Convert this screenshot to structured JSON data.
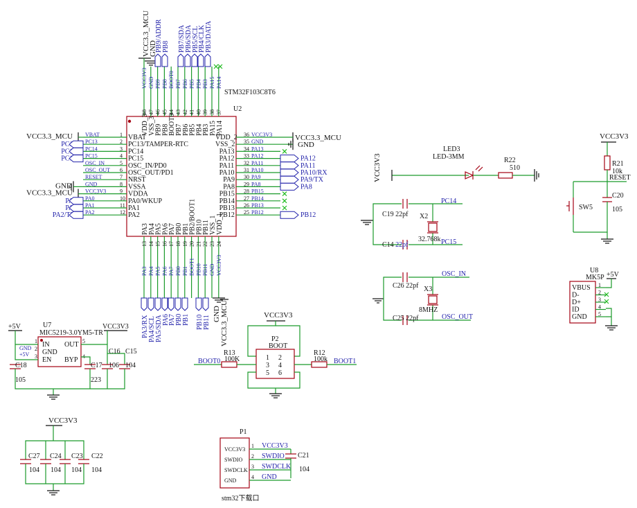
{
  "mcu": {
    "ref": "U2",
    "part": "STM32F103C8T6",
    "left_pins": [
      {
        "num": "1",
        "name": "VBAT",
        "net": "VBAT",
        "label": "VCC3.3_MCU"
      },
      {
        "num": "2",
        "name": "PC13/TAMPER-RTC",
        "net": "PC13",
        "label": "PC13"
      },
      {
        "num": "3",
        "name": "PC14",
        "net": "PC14",
        "label": "PC14"
      },
      {
        "num": "4",
        "name": "PC15",
        "net": "PC15",
        "label": "PC15"
      },
      {
        "num": "5",
        "name": "OSC_IN/PD0",
        "net": "OSC_IN",
        "label": ""
      },
      {
        "num": "6",
        "name": "OSC_OUT/PD1",
        "net": "OSC_OUT",
        "label": ""
      },
      {
        "num": "7",
        "name": "NRST",
        "net": "RESET",
        "label": ""
      },
      {
        "num": "8",
        "name": "VSSA",
        "net": "GND",
        "label": "GND"
      },
      {
        "num": "9",
        "name": "VDDA",
        "net": "VCC3V3",
        "label": "VCC3.3_MCU"
      },
      {
        "num": "10",
        "name": "PA0/WKUP",
        "net": "PA0",
        "label": "PA0"
      },
      {
        "num": "11",
        "name": "PA1",
        "net": "PA1",
        "label": "PA1"
      },
      {
        "num": "12",
        "name": "PA2",
        "net": "PA2",
        "label": "PA2/TX"
      }
    ],
    "right_pins": [
      {
        "num": "36",
        "name": "VDD_2",
        "net": "VCC3V3",
        "label": "VCC3.3_MCU"
      },
      {
        "num": "35",
        "name": "VSS_2",
        "net": "GND",
        "label": "GND"
      },
      {
        "num": "34",
        "name": "PA13",
        "net": "PA13",
        "label": "x"
      },
      {
        "num": "33",
        "name": "PA12",
        "net": "PA12",
        "label": "PA12"
      },
      {
        "num": "32",
        "name": "PA11",
        "net": "PA11",
        "label": "PA11"
      },
      {
        "num": "31",
        "name": "PA10",
        "net": "PA10",
        "label": "PA10/RX"
      },
      {
        "num": "30",
        "name": "PA9",
        "net": "PA9",
        "label": "PA9/TX"
      },
      {
        "num": "29",
        "name": "PA8",
        "net": "PA8",
        "label": "PA8"
      },
      {
        "num": "28",
        "name": "PB15",
        "net": "PB15",
        "label": "x"
      },
      {
        "num": "27",
        "name": "PB14",
        "net": "PB14",
        "label": "x"
      },
      {
        "num": "26",
        "name": "PB13",
        "net": "PB13",
        "label": "x"
      },
      {
        "num": "25",
        "name": "PB12",
        "net": "PB12",
        "label": "PB12"
      }
    ],
    "top_pins": [
      {
        "num": "48",
        "name": "VDD_3",
        "net": "VCC3V3"
      },
      {
        "num": "47",
        "name": "VSS_3",
        "net": "GND"
      },
      {
        "num": "46",
        "name": "PB9",
        "net": "PB9"
      },
      {
        "num": "45",
        "name": "PB8",
        "net": "PB8"
      },
      {
        "num": "44",
        "name": "BOOT0",
        "net": "BOOT0"
      },
      {
        "num": "43",
        "name": "PB7",
        "net": "PB7"
      },
      {
        "num": "42",
        "name": "PB6",
        "net": "PB6"
      },
      {
        "num": "41",
        "name": "PB5",
        "net": "PB5"
      },
      {
        "num": "40",
        "name": "PB4",
        "net": "PB4"
      },
      {
        "num": "39",
        "name": "PB3",
        "net": "PB3"
      },
      {
        "num": "38",
        "name": "PA15",
        "net": "PA15"
      },
      {
        "num": "37",
        "name": "PA14",
        "net": "PA14"
      }
    ],
    "top_labels": [
      "VCC3.3_MCU",
      "GND",
      "PB9/ADDR",
      "PB8",
      "PB7/SDA",
      "PB6/SDA",
      "PB5/SCL",
      "PB4/CLK",
      "PB3/DATA"
    ],
    "bottom_pins": [
      {
        "num": "13",
        "name": "PA3",
        "net": "PA3"
      },
      {
        "num": "14",
        "name": "PA4",
        "net": "PA4"
      },
      {
        "num": "15",
        "name": "PA5",
        "net": "PA5"
      },
      {
        "num": "16",
        "name": "PA6",
        "net": "PA6"
      },
      {
        "num": "17",
        "name": "PA7",
        "net": "PA7"
      },
      {
        "num": "18",
        "name": "PB0",
        "net": "PB0"
      },
      {
        "num": "19",
        "name": "PB1",
        "net": "PB1"
      },
      {
        "num": "20",
        "name": "PB2/BOOT1",
        "net": "BOOT1"
      },
      {
        "num": "21",
        "name": "PB10",
        "net": "PB10"
      },
      {
        "num": "22",
        "name": "PB11",
        "net": "PB11"
      },
      {
        "num": "23",
        "name": "VSS_1",
        "net": "GND"
      },
      {
        "num": "24",
        "name": "VDD_1",
        "net": "VCC3V3"
      }
    ],
    "bottom_labels": [
      "PA3/RX",
      "PA4/SCL",
      "PA5/SDA",
      "PA6",
      "PA7",
      "PB0",
      "PB1",
      "PB10",
      "PB11",
      "GND",
      "VCC3.3_MCU"
    ]
  },
  "led": {
    "ref": "LED3",
    "value": "LED-3MM",
    "res_ref": "R22",
    "res_value": "510",
    "supply": "VCC3V3"
  },
  "xtal32": {
    "cap1": "C19",
    "cap1_val": "22pf",
    "cap2": "C14",
    "cap2_val": "22pf",
    "ref": "X2",
    "value": "32.768k",
    "net1": "PC14",
    "net2": "PC15"
  },
  "xtal8": {
    "cap1": "C26",
    "cap1_val": "22pf",
    "cap2": "C25",
    "cap2_val": "22pf",
    "ref": "X3",
    "value": "8MHZ",
    "net1": "OSC_IN",
    "net2": "OSC_OUT"
  },
  "reset": {
    "supply": "VCC3V3",
    "res_ref": "R21",
    "res_val": "10k",
    "net": "RESET",
    "sw": "SW5",
    "cap": "C20",
    "cap_val": "105"
  },
  "usb": {
    "ref": "U8",
    "part": "MK5P",
    "supply": "+5V",
    "pins": [
      {
        "num": "1",
        "name": "VBUS"
      },
      {
        "num": "2",
        "name": "D-"
      },
      {
        "num": "3",
        "name": "D+"
      },
      {
        "num": "4",
        "name": "ID"
      },
      {
        "num": "5",
        "name": "GND"
      }
    ]
  },
  "ldo": {
    "ref": "U7",
    "part": "MIC5219-3.0YM5-TR",
    "in_supply": "+5V",
    "out_supply": "VCC3V3",
    "pins": {
      "in": "IN",
      "gnd": "GND",
      "en": "EN",
      "out": "OUT",
      "byp": "BYP"
    },
    "pin_nums": {
      "in": "1",
      "gnd": "2",
      "en": "3",
      "byp": "4",
      "out": "5"
    },
    "net_gnd": "GND",
    "net_5v": "+5V",
    "caps": [
      {
        "ref": "C18",
        "val": "105"
      },
      {
        "ref": "C17",
        "val": "223"
      },
      {
        "ref": "C16",
        "val": "106"
      },
      {
        "ref": "C15",
        "val": "104"
      }
    ]
  },
  "boot": {
    "supply": "VCC3V3",
    "ref": "P2",
    "name": "BOOT",
    "r1": "R13",
    "r1_val": "100K",
    "r2": "R12",
    "r2_val": "100k",
    "net1": "BOOT0",
    "net2": "BOOT1",
    "pins": [
      "1",
      "2",
      "3",
      "4",
      "5",
      "6"
    ]
  },
  "decoupling": {
    "supply": "VCC3V3",
    "caps": [
      {
        "ref": "C27",
        "val": "104"
      },
      {
        "ref": "C24",
        "val": "104"
      },
      {
        "ref": "C23",
        "val": "104"
      },
      {
        "ref": "C22",
        "val": "104"
      }
    ]
  },
  "swd": {
    "ref": "P1",
    "title": "stm32下载口",
    "pins": [
      {
        "num": "1",
        "name": "VCC3V3",
        "net": "VCC3V3"
      },
      {
        "num": "2",
        "name": "SWDIO",
        "net": "SWDIO"
      },
      {
        "num": "3",
        "name": "SWDCLK",
        "net": "SWDCLK"
      },
      {
        "num": "4",
        "name": "GND",
        "net": "GND"
      }
    ],
    "cap": "C21",
    "cap_val": "104"
  }
}
